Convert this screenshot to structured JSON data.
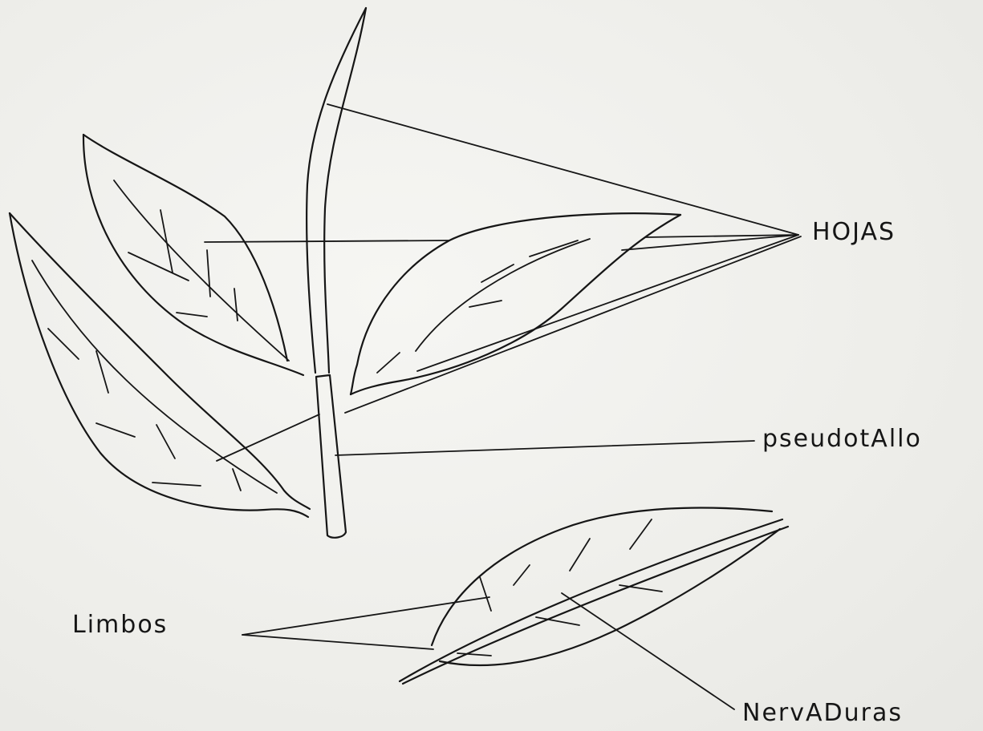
{
  "labels": {
    "hojas": "HOJAS",
    "pseudotallo": "pseudotAllo",
    "limbos": "Limbos",
    "nervaduras": "NervADuras"
  },
  "colors": {
    "ink": "#161616",
    "paper": "#f1f1ee"
  }
}
